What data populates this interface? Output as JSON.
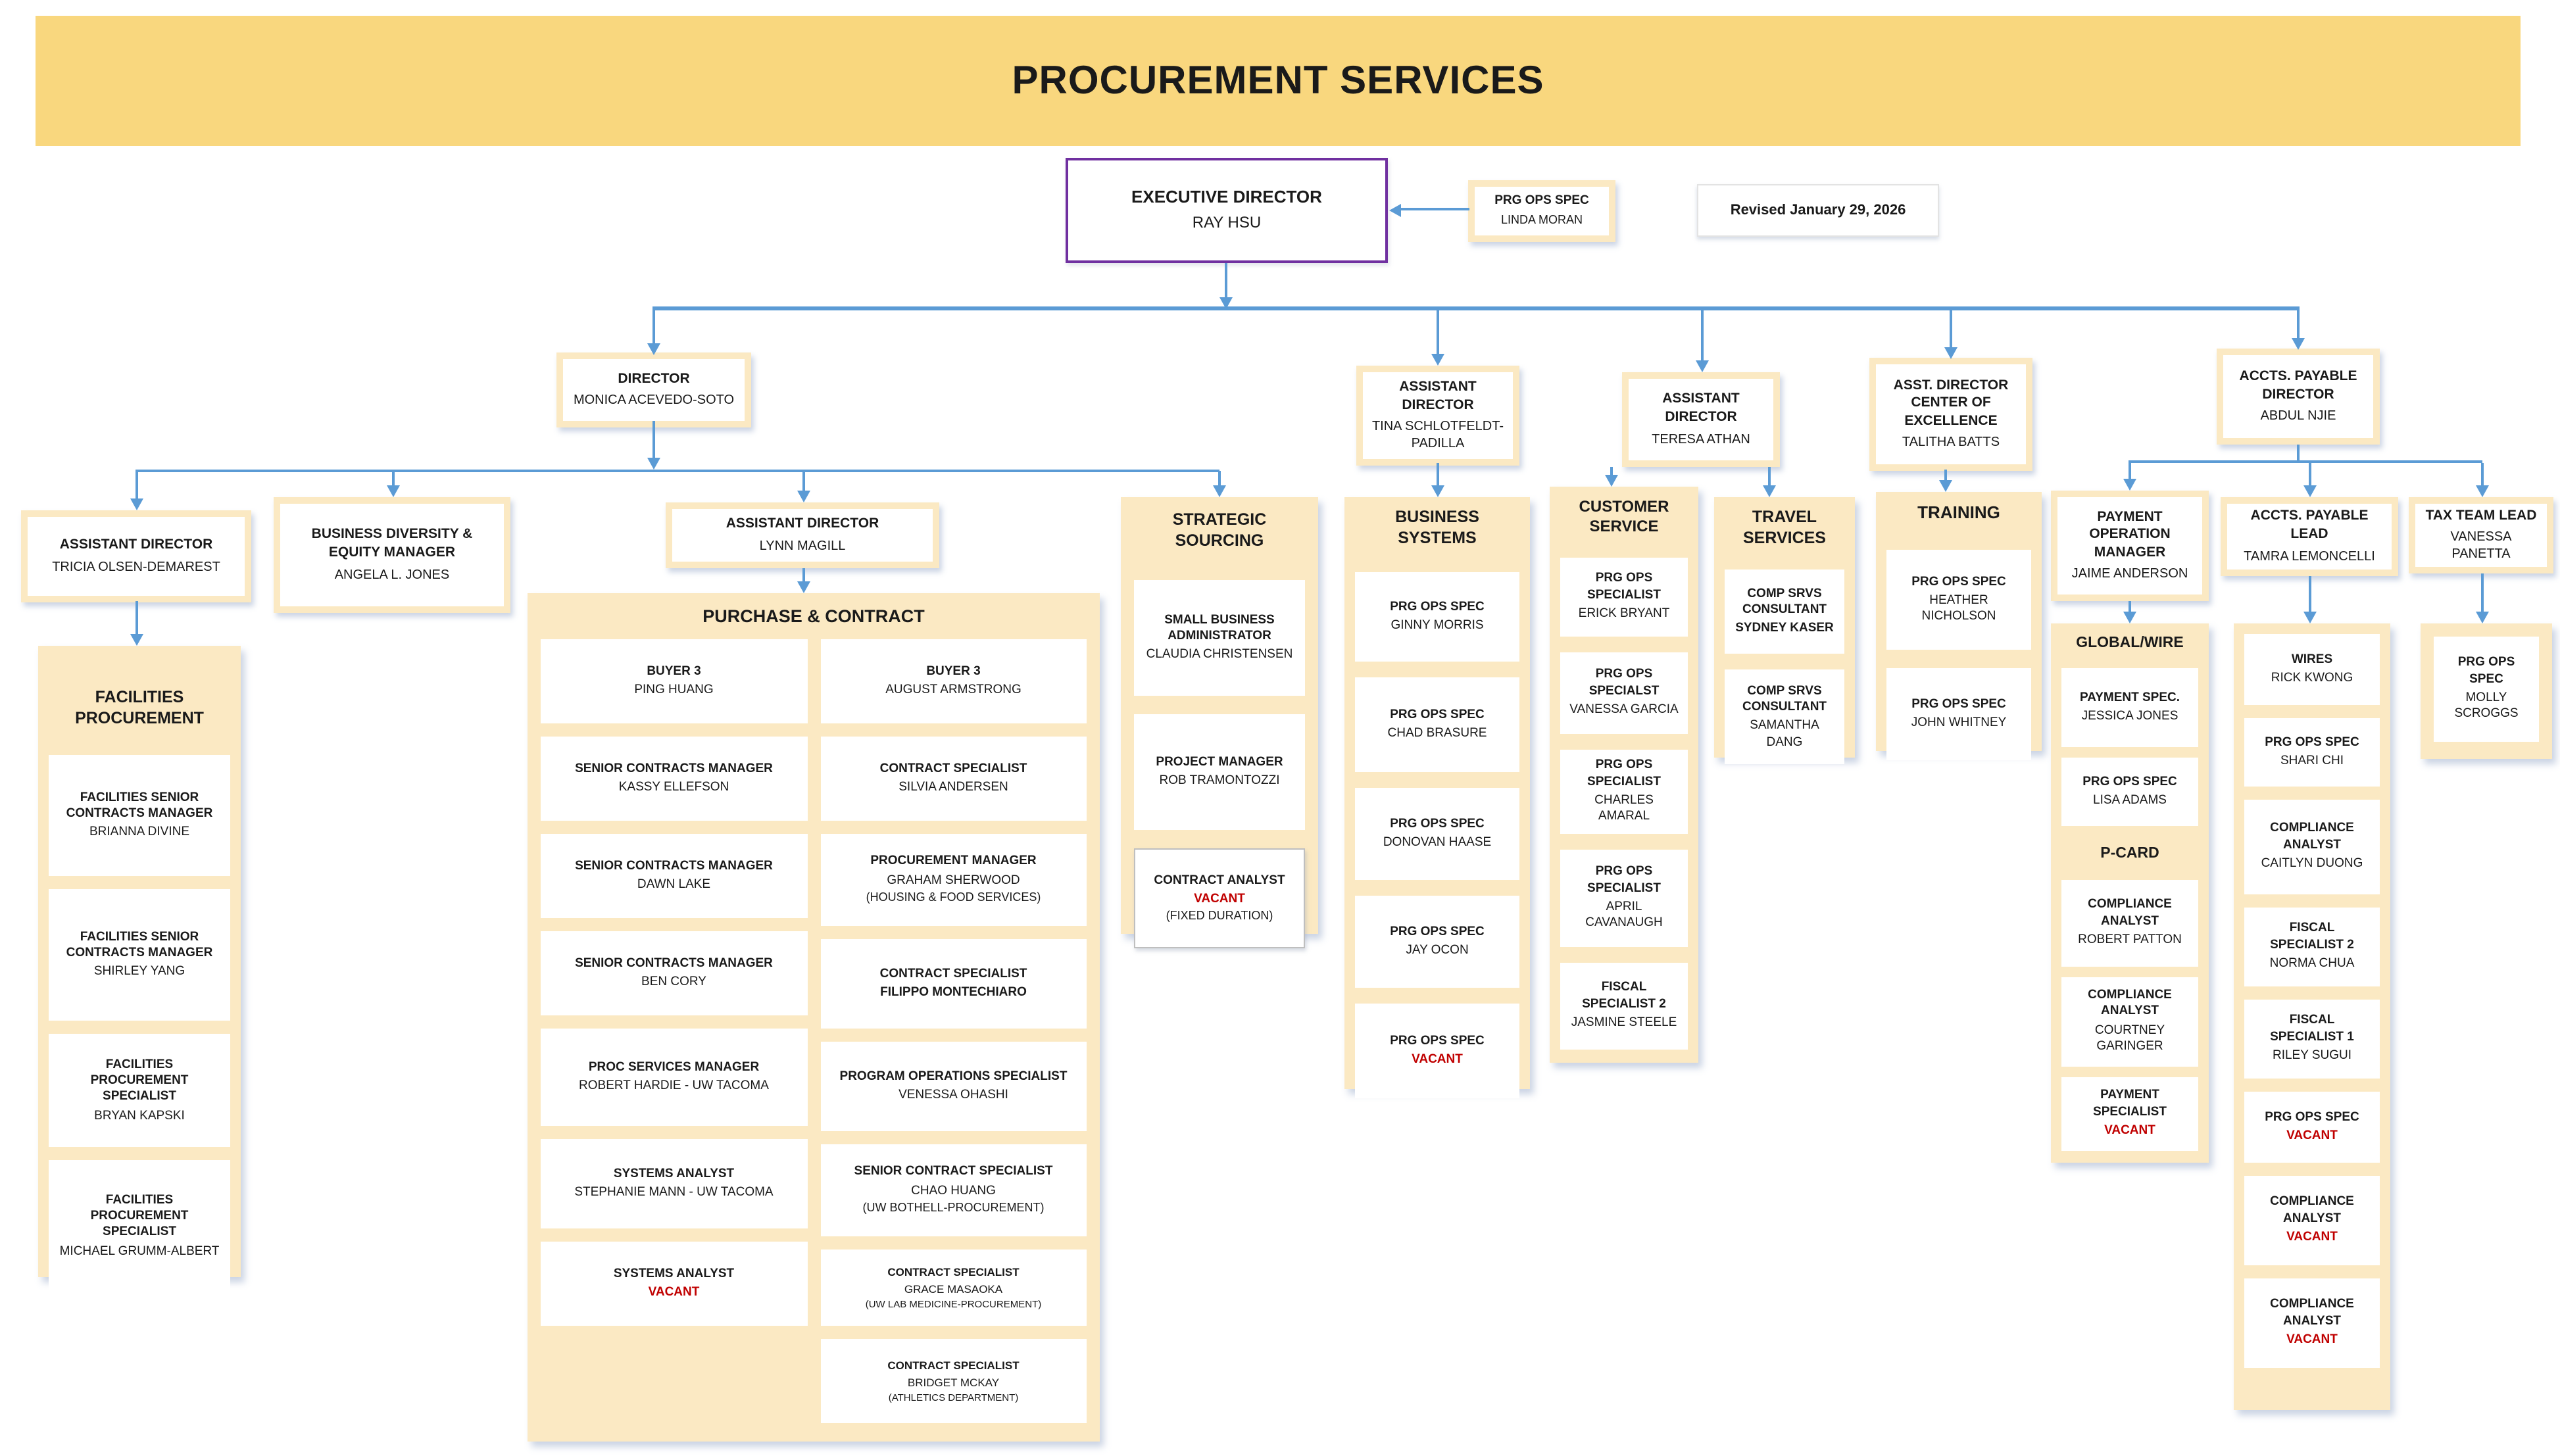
{
  "banner": {
    "title": "PROCUREMENT SERVICES"
  },
  "revised_label": "Revised January 29, 2026",
  "colors": {
    "banner_bg": "#F9D77E",
    "panel_bg": "#FBE9C3",
    "connector_blue": "#5B9BD5",
    "executive_border_purple": "#7030A0",
    "vacant_red": "#C00000"
  },
  "nodes": {
    "executive_director": {
      "title": "EXECUTIVE DIRECTOR",
      "name": "RAY HSU"
    },
    "exec_assistant": {
      "title": "PRG OPS SPEC",
      "name": "LINDA MORAN"
    },
    "director_monica": {
      "title": "DIRECTOR",
      "name": "MONICA ACEVEDO-SOTO"
    },
    "asst_director_tina": {
      "title": "ASSISTANT DIRECTOR",
      "name": "TINA SCHLOTFELDT-PADILLA"
    },
    "asst_director_teresa": {
      "title": "ASSISTANT DIRECTOR",
      "name": "TERESA ATHAN"
    },
    "asst_director_coe": {
      "title": "ASST. DIRECTOR CENTER OF EXCELLENCE",
      "name": "TALITHA BATTS"
    },
    "ap_director": {
      "title": "ACCTS. PAYABLE DIRECTOR",
      "name": "ABDUL NJIE"
    },
    "asst_director_tricia": {
      "title": "ASSISTANT DIRECTOR",
      "name": "TRICIA OLSEN-DEMAREST"
    },
    "diversity_equity_manager": {
      "title": "BUSINESS DIVERSITY & EQUITY MANAGER",
      "name": "ANGELA L. JONES"
    },
    "asst_director_lynn": {
      "title": "ASSISTANT DIRECTOR",
      "name": "LYNN MAGILL"
    },
    "payment_operation_manager": {
      "title": "PAYMENT OPERATION MANAGER",
      "name": "JAIME ANDERSON"
    },
    "accts_payable_lead": {
      "title": "ACCTS. PAYABLE LEAD",
      "name": "TAMRA LEMONCELLI"
    },
    "tax_team_lead": {
      "title": "TAX TEAM LEAD",
      "name": "VANESSA PANETTA"
    }
  },
  "groups": {
    "facilities_procurement": {
      "header": "FACILITIES PROCUREMENT",
      "members": [
        {
          "title": "FACILITIES SENIOR CONTRACTS MANAGER",
          "name": "BRIANNA DIVINE"
        },
        {
          "title": "FACILITIES SENIOR CONTRACTS MANAGER",
          "name": "SHIRLEY YANG"
        },
        {
          "title": "FACILITIES PROCUREMENT SPECIALIST",
          "name": "BRYAN KAPSKI"
        },
        {
          "title": "FACILITIES PROCUREMENT SPECIALIST",
          "name": "MICHAEL GRUMM-ALBERT"
        }
      ]
    },
    "purchase_contract": {
      "header": "PURCHASE & CONTRACT",
      "left_column": [
        {
          "title": "BUYER 3",
          "name": "PING HUANG"
        },
        {
          "title": "SENIOR CONTRACTS MANAGER",
          "name": "KASSY ELLEFSON"
        },
        {
          "title": "SENIOR CONTRACTS MANAGER",
          "name": "DAWN LAKE"
        },
        {
          "title": "SENIOR CONTRACTS MANAGER",
          "name": "BEN CORY"
        },
        {
          "title": "PROC SERVICES MANAGER",
          "name": "ROBERT HARDIE - UW TACOMA"
        },
        {
          "title": "SYSTEMS ANALYST",
          "name": "STEPHANIE MANN - UW TACOMA"
        },
        {
          "title": "SYSTEMS ANALYST",
          "name": "VACANT",
          "vacant": true
        }
      ],
      "right_column": [
        {
          "title": "BUYER 3",
          "name": "AUGUST ARMSTRONG"
        },
        {
          "title": "CONTRACT SPECIALIST",
          "name": "SILVIA ANDERSEN"
        },
        {
          "title": "PROCUREMENT MANAGER",
          "name": "GRAHAM SHERWOOD",
          "note": "(HOUSING & FOOD SERVICES)"
        },
        {
          "title": "CONTRACT SPECIALIST",
          "name": "FILIPPO MONTECHIARO",
          "bold_name": true
        },
        {
          "title": "PROGRAM OPERATIONS SPECIALIST",
          "name": "VENESSA OHASHI"
        },
        {
          "title": "SENIOR CONTRACT SPECIALIST",
          "name": "CHAO HUANG",
          "note": "(UW BOTHELL-PROCUREMENT)"
        },
        {
          "title": "CONTRACT SPECIALIST",
          "name": "GRACE MASAOKA",
          "note": "(UW LAB MEDICINE-PROCUREMENT)",
          "small": true
        },
        {
          "title": "CONTRACT SPECIALIST",
          "name": "BRIDGET MCKAY",
          "note": "(ATHLETICS DEPARTMENT)",
          "small": true
        }
      ]
    },
    "strategic_sourcing": {
      "header": "STRATEGIC SOURCING",
      "members": [
        {
          "title": "SMALL BUSINESS ADMINISTRATOR",
          "name": "CLAUDIA CHRISTENSEN"
        },
        {
          "title": "PROJECT MANAGER",
          "name": "ROB TRAMONTOZZI"
        },
        {
          "title": "CONTRACT ANALYST",
          "name": "VACANT",
          "vacant": true,
          "note": "(FIXED DURATION)",
          "bordered": true
        }
      ]
    },
    "business_systems": {
      "header": "BUSINESS SYSTEMS",
      "members": [
        {
          "title": "PRG OPS SPEC",
          "name": "GINNY MORRIS"
        },
        {
          "title": "PRG OPS SPEC",
          "name": "CHAD BRASURE"
        },
        {
          "title": "PRG OPS SPEC",
          "name": "DONOVAN HAASE"
        },
        {
          "title": "PRG OPS SPEC",
          "name": "JAY OCON"
        },
        {
          "title": "PRG OPS SPEC",
          "name": "VACANT",
          "vacant": true
        }
      ]
    },
    "customer_service": {
      "header": "CUSTOMER SERVICE",
      "members": [
        {
          "title": "PRG OPS SPECIALIST",
          "name": "ERICK BRYANT"
        },
        {
          "title": "PRG OPS SPECIALST",
          "name": "VANESSA GARCIA"
        },
        {
          "title": "PRG OPS SPECIALIST",
          "name": "CHARLES AMARAL"
        },
        {
          "title": "PRG OPS SPECIALIST",
          "name": "APRIL CAVANAUGH"
        },
        {
          "title": "FISCAL SPECIALIST 2",
          "name": "JASMINE STEELE"
        }
      ]
    },
    "travel_services": {
      "header": "TRAVEL SERVICES",
      "members": [
        {
          "title": "COMP SRVS CONSULTANT",
          "name": "SYDNEY KASER",
          "bold_name": true
        },
        {
          "title": "COMP SRVS CONSULTANT",
          "name": "SAMANTHA DANG"
        }
      ]
    },
    "training": {
      "header": "TRAINING",
      "members": [
        {
          "title": "PRG OPS SPEC",
          "name": "HEATHER NICHOLSON"
        },
        {
          "title": "PRG OPS SPEC",
          "name": "JOHN WHITNEY"
        }
      ]
    },
    "payment_operations": {
      "sections": [
        {
          "header": "GLOBAL/WIRE",
          "members": [
            {
              "title": "PAYMENT SPEC.",
              "name": "JESSICA JONES"
            },
            {
              "title": "PRG OPS SPEC",
              "name": "LISA ADAMS"
            }
          ]
        },
        {
          "header": "P-CARD",
          "members": [
            {
              "title": "COMPLIANCE ANALYST",
              "name": "ROBERT PATTON"
            },
            {
              "title": "COMPLIANCE ANALYST",
              "name": "COURTNEY GARINGER"
            },
            {
              "title": "PAYMENT SPECIALIST",
              "name": "VACANT",
              "vacant": true
            }
          ]
        }
      ]
    },
    "accts_payable_team": {
      "members": [
        {
          "title": "WIRES",
          "name": "RICK KWONG"
        },
        {
          "title": "PRG OPS SPEC",
          "name": "SHARI CHI"
        },
        {
          "title": "COMPLIANCE ANALYST",
          "name": "CAITLYN DUONG"
        },
        {
          "title": "FISCAL SPECIALIST 2",
          "name": "NORMA CHUA"
        },
        {
          "title": "FISCAL SPECIALIST 1",
          "name": "RILEY SUGUI"
        },
        {
          "title": "PRG OPS SPEC",
          "name": "VACANT",
          "vacant": true
        },
        {
          "title": "COMPLIANCE ANALYST",
          "name": "VACANT",
          "vacant": true
        },
        {
          "title": "COMPLIANCE ANALYST",
          "name": "VACANT",
          "vacant": true
        }
      ]
    },
    "tax_team": {
      "members": [
        {
          "title": "PRG OPS SPEC",
          "name": "MOLLY SCROGGS"
        }
      ]
    }
  }
}
